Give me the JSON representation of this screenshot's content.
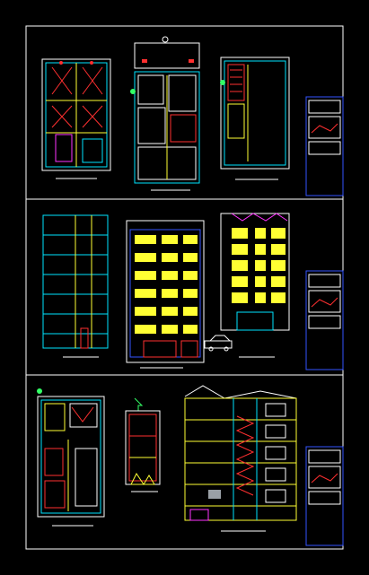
{
  "drawing": {
    "sheets": [
      {
        "id": "sheet-1",
        "content": "floor-plans"
      },
      {
        "id": "sheet-2",
        "content": "elevations"
      },
      {
        "id": "sheet-3",
        "content": "plans-and-section"
      }
    ],
    "colors": {
      "background": "#000000",
      "frame": "#ffffff",
      "cyan": "#00e5ff",
      "yellow": "#ffff33",
      "red": "#ff3030",
      "magenta": "#ff33ff",
      "blue": "#3355ff",
      "green": "#33ff66",
      "gray": "#9aa0a6"
    },
    "icons": [
      "north-arrow-icon",
      "car-icon"
    ]
  }
}
